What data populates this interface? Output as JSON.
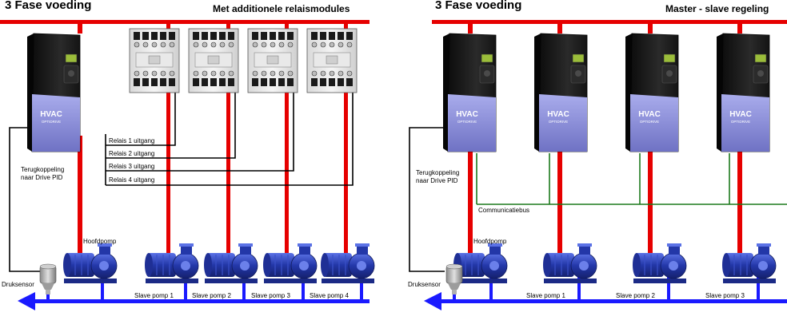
{
  "colors": {
    "power_line": "#e60000",
    "water_pipe": "#1a1aff",
    "signal_wire": "#000000",
    "bus_wire": "#1d7a1d",
    "drive_body": "#1b1b1b",
    "drive_panel": "#8c8fd6",
    "pump_body": "#2a3fb0"
  },
  "icons": {
    "drive": "hvac-drive-icon",
    "contactor": "relay-contactor-icon",
    "pump": "centrifugal-pump-icon",
    "sensor": "pressure-sensor-icon",
    "arrow": "flow-arrow-icon"
  },
  "left": {
    "title": "3 Fase voeding",
    "subtitle": "Met additionele relaismodules",
    "drive_brand": "HVAC",
    "drive_model": "OPTIDRIVE",
    "feedback_label_line1": "Terugkoppeling",
    "feedback_label_line2": "naar Drive PID",
    "relay_outputs": [
      "Relais 1 uitgang",
      "Relais 2 uitgang",
      "Relais 3 uitgang",
      "Relais 4 uitgang"
    ],
    "main_pump_label": "Hoofdpomp",
    "sensor_label": "Druksensor",
    "slave_pumps": [
      "Slave pomp 1",
      "Slave pomp 2",
      "Slave pomp 3",
      "Slave pomp 4"
    ]
  },
  "right": {
    "title": "3 Fase voeding",
    "subtitle": "Master - slave regeling",
    "drive_brand": "HVAC",
    "drive_model": "OPTIDRIVE",
    "feedback_label_line1": "Terugkoppeling",
    "feedback_label_line2": "naar Drive PID",
    "bus_label": "Communicatiebus",
    "main_pump_label": "Hoofdpomp",
    "sensor_label": "Druksensor",
    "slave_pumps": [
      "Slave pomp 1",
      "Slave pomp 2",
      "Slave pomp 3"
    ]
  }
}
